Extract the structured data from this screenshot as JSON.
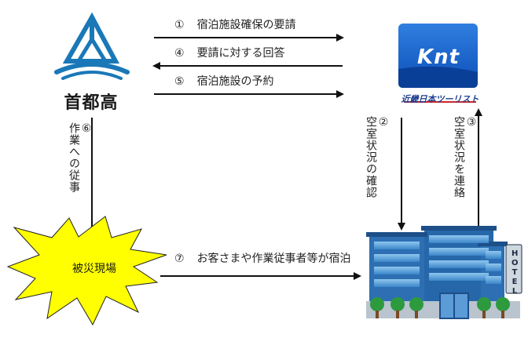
{
  "shutoko": {
    "name": "首都高"
  },
  "knt": {
    "brand": "Knt",
    "tagline": "近畿日本ツーリスト"
  },
  "disaster_site": {
    "label": "被災現場"
  },
  "hotel": {
    "sign": "HOTEL"
  },
  "steps": [
    {
      "num": "①",
      "text": "宿泊施設確保の要請"
    },
    {
      "num": "④",
      "text": "要請に対する回答"
    },
    {
      "num": "⑤",
      "text": "宿泊施設の予約"
    },
    {
      "num": "②",
      "text": "空室状況の確認"
    },
    {
      "num": "③",
      "text": "空室状況を連絡"
    },
    {
      "num": "⑥",
      "text": "作業への従事"
    },
    {
      "num": "⑦",
      "text": "お客さまや作業従事者等が宿泊"
    }
  ]
}
